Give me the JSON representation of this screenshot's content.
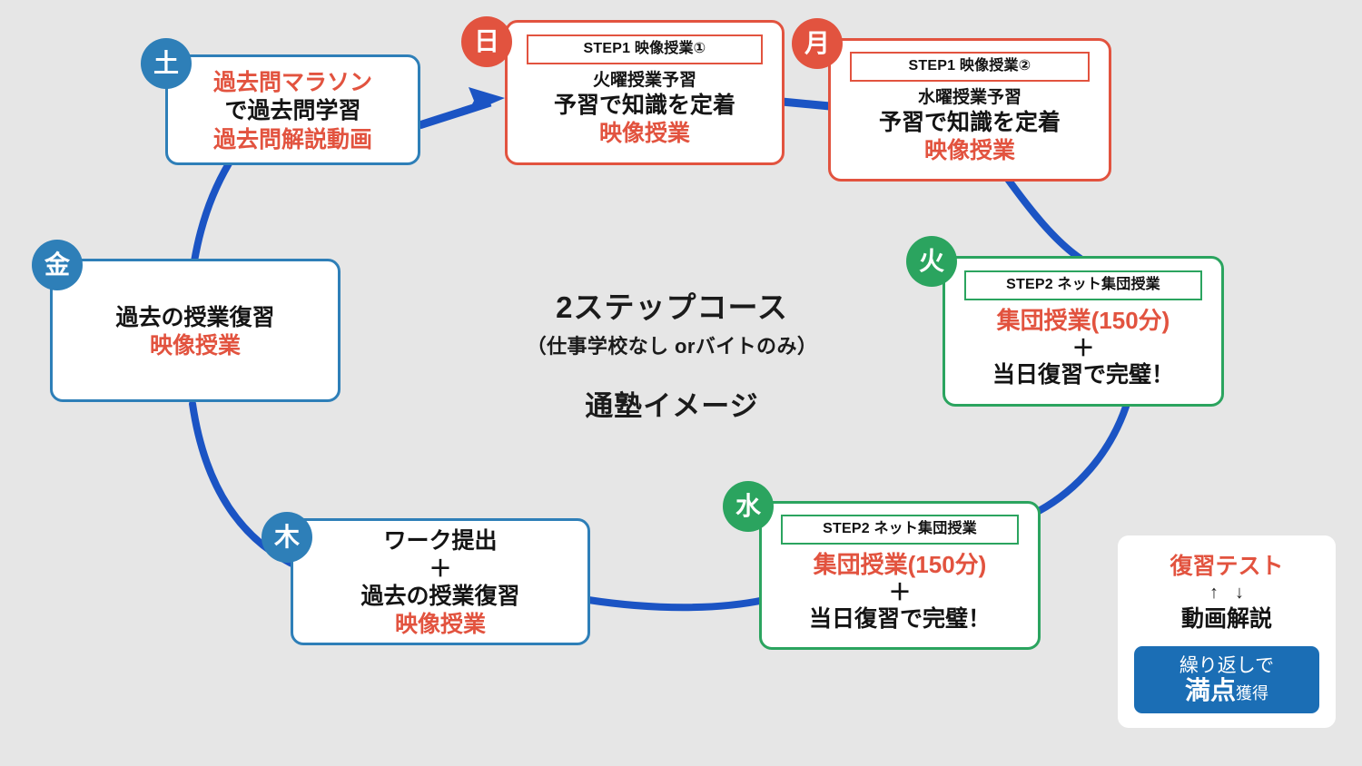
{
  "page": {
    "background_color": "#e6e6e6",
    "colors": {
      "blue": "#2E7FB8",
      "red": "#E2533F",
      "green": "#2BA45F",
      "link_blue": "#1B54C4",
      "button_blue": "#1B6EB5"
    }
  },
  "center_title": {
    "line1": "2ステップコース",
    "line2": "（仕事学校なし orバイトのみ）",
    "line3": "通塾イメージ"
  },
  "nodes": [
    {
      "id": "sat",
      "badge": "土",
      "badge_color": "blue",
      "accent": "blue",
      "step_header": null,
      "lines": [
        {
          "text": "過去問マラソン",
          "style": "red"
        },
        {
          "text": "で過去問学習",
          "style": "big"
        },
        {
          "text": "過去問解説動画",
          "style": "red"
        }
      ]
    },
    {
      "id": "sun",
      "badge": "日",
      "badge_color": "red",
      "accent": "red",
      "step_header": "STEP1 映像授業①",
      "lines": [
        {
          "text": "火曜授業予習",
          "style": "small"
        },
        {
          "text": "予習で知識を定着",
          "style": "big"
        },
        {
          "text": "映像授業",
          "style": "red"
        }
      ]
    },
    {
      "id": "mon",
      "badge": "月",
      "badge_color": "red",
      "accent": "red",
      "step_header": "STEP1 映像授業②",
      "lines": [
        {
          "text": "水曜授業予習",
          "style": "small"
        },
        {
          "text": "予習で知識を定着",
          "style": "big"
        },
        {
          "text": "映像授業",
          "style": "red"
        }
      ]
    },
    {
      "id": "tue",
      "badge": "火",
      "badge_color": "green",
      "accent": "green",
      "step_header": "STEP2 ネット集団授業",
      "lines": [
        {
          "text": "集団授業(150分)",
          "style": "red-lg"
        },
        {
          "text": "＋",
          "style": "plus"
        },
        {
          "text": "当日復習で完璧！",
          "style": "big"
        }
      ]
    },
    {
      "id": "wed",
      "badge": "水",
      "badge_color": "green",
      "accent": "green",
      "step_header": "STEP2 ネット集団授業",
      "lines": [
        {
          "text": "集団授業(150分)",
          "style": "red-lg"
        },
        {
          "text": "＋",
          "style": "plus"
        },
        {
          "text": "当日復習で完璧！",
          "style": "big"
        }
      ]
    },
    {
      "id": "thu",
      "badge": "木",
      "badge_color": "blue",
      "accent": "blue",
      "step_header": null,
      "lines": [
        {
          "text": "ワーク提出",
          "style": "big"
        },
        {
          "text": "＋",
          "style": "plus"
        },
        {
          "text": "過去の授業復習",
          "style": "big"
        },
        {
          "text": "映像授業",
          "style": "red"
        }
      ]
    },
    {
      "id": "fri",
      "badge": "金",
      "badge_color": "blue",
      "accent": "blue",
      "step_header": null,
      "lines": [
        {
          "text": "過去の授業復習",
          "style": "big"
        },
        {
          "text": "映像授業",
          "style": "red"
        }
      ]
    }
  ],
  "legend": {
    "test_label": "復習テスト",
    "arrow_up": "↑",
    "arrow_down": "↓",
    "video_label": "動画解説",
    "button_line1": "繰り返しで",
    "button_score": "満点",
    "button_suffix": "獲得"
  }
}
